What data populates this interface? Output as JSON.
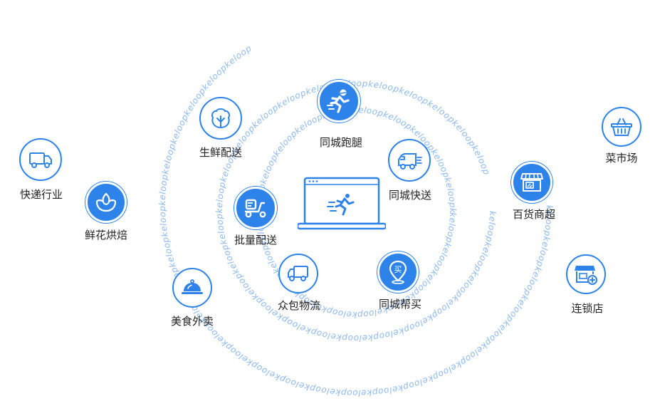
{
  "ring_text": "keloopkeloopkeloopkeloopkeloopkeloopkeloopkeloopkeloopkeloopkeloopkeloopkeloopkeloopkeloopkeloopkeloopkeloopkeloopkeloopkeloopkeloopkeloopkeloopkeloop",
  "colors": {
    "accent": "#2d83ea",
    "ring_text": "#8cb9f0"
  },
  "center": {
    "icon": "laptop-runner-icon"
  },
  "nodes": {
    "running": {
      "label": "同城跑腿",
      "icon": "running-courier-icon"
    },
    "fresh": {
      "label": "生鲜配送",
      "icon": "vegetable-icon"
    },
    "citydelivery": {
      "label": "同城快送",
      "icon": "delivery-truck-icon"
    },
    "batch": {
      "label": "批量配送",
      "icon": "scooter-icon"
    },
    "crowd": {
      "label": "众包物流",
      "icon": "truck-icon"
    },
    "buy": {
      "label": "同城帮买",
      "icon": "buy-pin-icon"
    },
    "express": {
      "label": "快递行业",
      "icon": "truck-icon"
    },
    "flower": {
      "label": "鲜花烘焙",
      "icon": "flower-icon"
    },
    "food": {
      "label": "美食外卖",
      "icon": "food-cloche-icon"
    },
    "department": {
      "label": "百货商超",
      "icon": "storefront-icon"
    },
    "market": {
      "label": "菜市场",
      "icon": "basket-icon"
    },
    "chain": {
      "label": "连锁店",
      "icon": "chain-store-icon"
    }
  }
}
